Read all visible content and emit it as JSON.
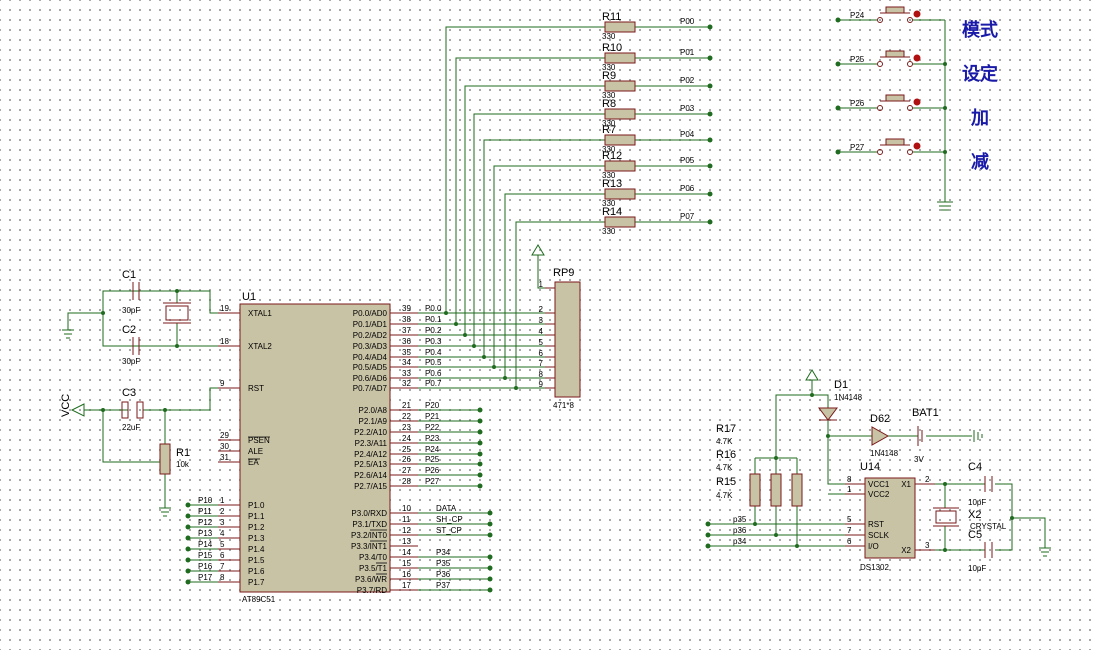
{
  "mcu": {
    "ref": "U1",
    "part": "AT89C51",
    "left_pins": [
      {
        "num": "19",
        "name": "XTAL1"
      },
      {
        "num": "18",
        "name": "XTAL2"
      },
      {
        "num": "9",
        "name": "RST"
      },
      {
        "num": "29",
        "name": "PSEN"
      },
      {
        "num": "30",
        "name": "ALE"
      },
      {
        "num": "31",
        "name": "EA"
      },
      {
        "num": "1",
        "name": "P1.0"
      },
      {
        "num": "2",
        "name": "P1.1"
      },
      {
        "num": "3",
        "name": "P1.2"
      },
      {
        "num": "4",
        "name": "P1.3"
      },
      {
        "num": "5",
        "name": "P1.4"
      },
      {
        "num": "6",
        "name": "P1.5"
      },
      {
        "num": "7",
        "name": "P1.6"
      },
      {
        "num": "8",
        "name": "P1.7"
      }
    ],
    "p0_pins": [
      {
        "num": "39",
        "name": "P0.0/AD0"
      },
      {
        "num": "38",
        "name": "P0.1/AD1"
      },
      {
        "num": "37",
        "name": "P0.2/AD2"
      },
      {
        "num": "36",
        "name": "P0.3/AD3"
      },
      {
        "num": "35",
        "name": "P0.4/AD4"
      },
      {
        "num": "34",
        "name": "P0.5/AD5"
      },
      {
        "num": "33",
        "name": "P0.6/AD6"
      },
      {
        "num": "32",
        "name": "P0.7/AD7"
      }
    ],
    "p2_pins": [
      {
        "num": "21",
        "name": "P2.0/A8"
      },
      {
        "num": "22",
        "name": "P2.1/A9"
      },
      {
        "num": "23",
        "name": "P2.2/A10"
      },
      {
        "num": "24",
        "name": "P2.3/A11"
      },
      {
        "num": "25",
        "name": "P2.4/A12"
      },
      {
        "num": "26",
        "name": "P2.5/A13"
      },
      {
        "num": "27",
        "name": "P2.6/A14"
      },
      {
        "num": "28",
        "name": "P2.7/A15"
      }
    ],
    "p3_pins": [
      {
        "num": "10",
        "name": "P3.0/RXD"
      },
      {
        "num": "11",
        "name": "P3.1/TXD"
      },
      {
        "num": "12",
        "name": "P3.2/INT0"
      },
      {
        "num": "13",
        "name": "P3.3/INT1"
      },
      {
        "num": "14",
        "name": "P3.4/T0"
      },
      {
        "num": "15",
        "name": "P3.5/T1"
      },
      {
        "num": "16",
        "name": "P3.6/WR"
      },
      {
        "num": "17",
        "name": "P3.7/RD"
      }
    ]
  },
  "nets": {
    "p0": [
      "P0.0",
      "P0.1",
      "P0.2",
      "P0.3",
      "P0.4",
      "P0.5",
      "P0.6",
      "P0.7"
    ],
    "p1": [
      "P10",
      "P11",
      "P12",
      "P13",
      "P14",
      "P15",
      "P16",
      "P17"
    ],
    "p2": [
      "P20",
      "P21",
      "P22",
      "P23",
      "P24",
      "P25",
      "P26",
      "P27"
    ],
    "p3": [
      "DATA",
      "SH_CP",
      "ST_CP",
      "",
      "P34",
      "P35",
      "P36",
      "P37"
    ],
    "vcc": "VCC"
  },
  "resistors_top": [
    {
      "ref": "R11",
      "value": "330",
      "net": "P00"
    },
    {
      "ref": "R10",
      "value": "330",
      "net": "P01"
    },
    {
      "ref": "R9",
      "value": "330",
      "net": "P02"
    },
    {
      "ref": "R8",
      "value": "330",
      "net": "P03"
    },
    {
      "ref": "R7",
      "value": "330",
      "net": "P04"
    },
    {
      "ref": "R12",
      "value": "330",
      "net": "P05"
    },
    {
      "ref": "R13",
      "value": "330",
      "net": "P06"
    },
    {
      "ref": "R14",
      "value": "330",
      "net": "P07"
    }
  ],
  "rp9": {
    "ref": "RP9",
    "value": "471*8",
    "pins": [
      "1",
      "2",
      "3",
      "4",
      "5",
      "6",
      "7",
      "8",
      "9"
    ]
  },
  "crystal": {
    "c1": {
      "ref": "C1",
      "value": "30pF"
    },
    "c2": {
      "ref": "C2",
      "value": "30pF"
    }
  },
  "reset": {
    "c3": {
      "ref": "C3",
      "value": "22uF"
    },
    "r1": {
      "ref": "R1",
      "value": "10k"
    }
  },
  "buttons": {
    "nets": [
      "P24",
      "P25",
      "P26",
      "P27"
    ],
    "labels": [
      "模式",
      "设定",
      "加",
      "减"
    ]
  },
  "rtc": {
    "ref": "U14",
    "part": "DS1302",
    "pins_left": [
      {
        "num": "8",
        "name": "VCC1"
      },
      {
        "num": "1",
        "name": "VCC2"
      },
      {
        "num": "5",
        "name": "RST"
      },
      {
        "num": "7",
        "name": "SCLK"
      },
      {
        "num": "6",
        "name": "I/O"
      }
    ],
    "pins_right": [
      {
        "num": "2",
        "name": "X1"
      },
      {
        "num": "3",
        "name": "X2"
      }
    ],
    "nets": [
      "p35",
      "p36",
      "p34"
    ],
    "r15": {
      "ref": "R15",
      "value": "4.7K"
    },
    "r16": {
      "ref": "R16",
      "value": "4.7K"
    },
    "r17": {
      "ref": "R17",
      "value": "4.7K"
    },
    "d1": {
      "ref": "D1",
      "value": "1N4148"
    },
    "d62": {
      "ref": "D62",
      "value": "1N4148"
    },
    "bat1": {
      "ref": "BAT1",
      "value": "3V"
    },
    "c4": {
      "ref": "C4",
      "value": "10pF"
    },
    "c5": {
      "ref": "C5",
      "value": "10pF"
    },
    "x2": {
      "ref": "X2",
      "value": "CRYSTAL"
    }
  }
}
